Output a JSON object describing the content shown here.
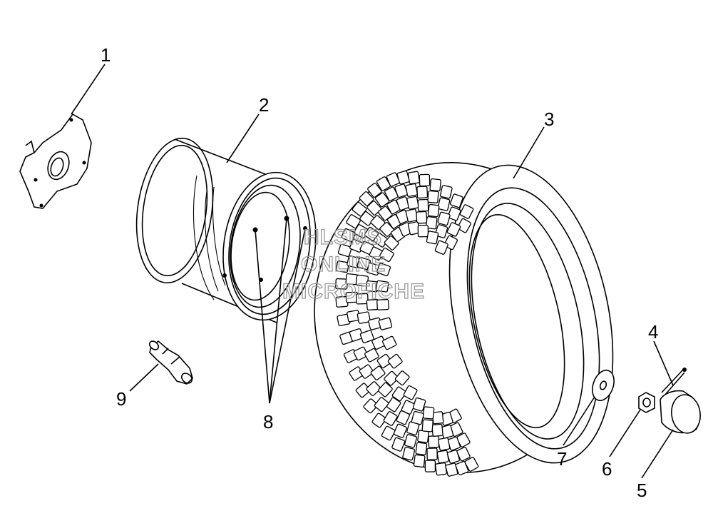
{
  "callouts": [
    {
      "id": "1",
      "label": "1"
    },
    {
      "id": "2",
      "label": "2"
    },
    {
      "id": "3",
      "label": "3"
    },
    {
      "id": "4",
      "label": "4"
    },
    {
      "id": "5",
      "label": "5"
    },
    {
      "id": "6",
      "label": "6"
    },
    {
      "id": "7",
      "label": "7"
    },
    {
      "id": "8",
      "label": "8"
    },
    {
      "id": "9",
      "label": "9"
    }
  ],
  "watermark": {
    "line1": "HLSMS",
    "line2": "ONLINE",
    "line3": "MICROFICHE"
  },
  "colors": {
    "line": "#000000",
    "background": "#ffffff",
    "watermark": "#9a9a9a"
  }
}
